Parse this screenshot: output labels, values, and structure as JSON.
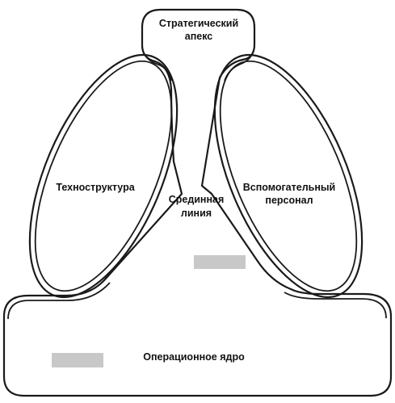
{
  "diagram": {
    "strategic_apex": {
      "line1": "Стратегический",
      "line2": "апекс"
    },
    "middle_line": {
      "line1": "Срединная",
      "line2": "линия"
    },
    "technostructure": {
      "label": "Техноструктура"
    },
    "support_staff": {
      "line1": "Вспомогательный",
      "line2": "персонал"
    },
    "operating_core": {
      "label": "Операционное ядро"
    },
    "colors": {
      "stroke": "#1a1a1a",
      "background": "#ffffff",
      "redaction": "#c8c8c8"
    }
  }
}
